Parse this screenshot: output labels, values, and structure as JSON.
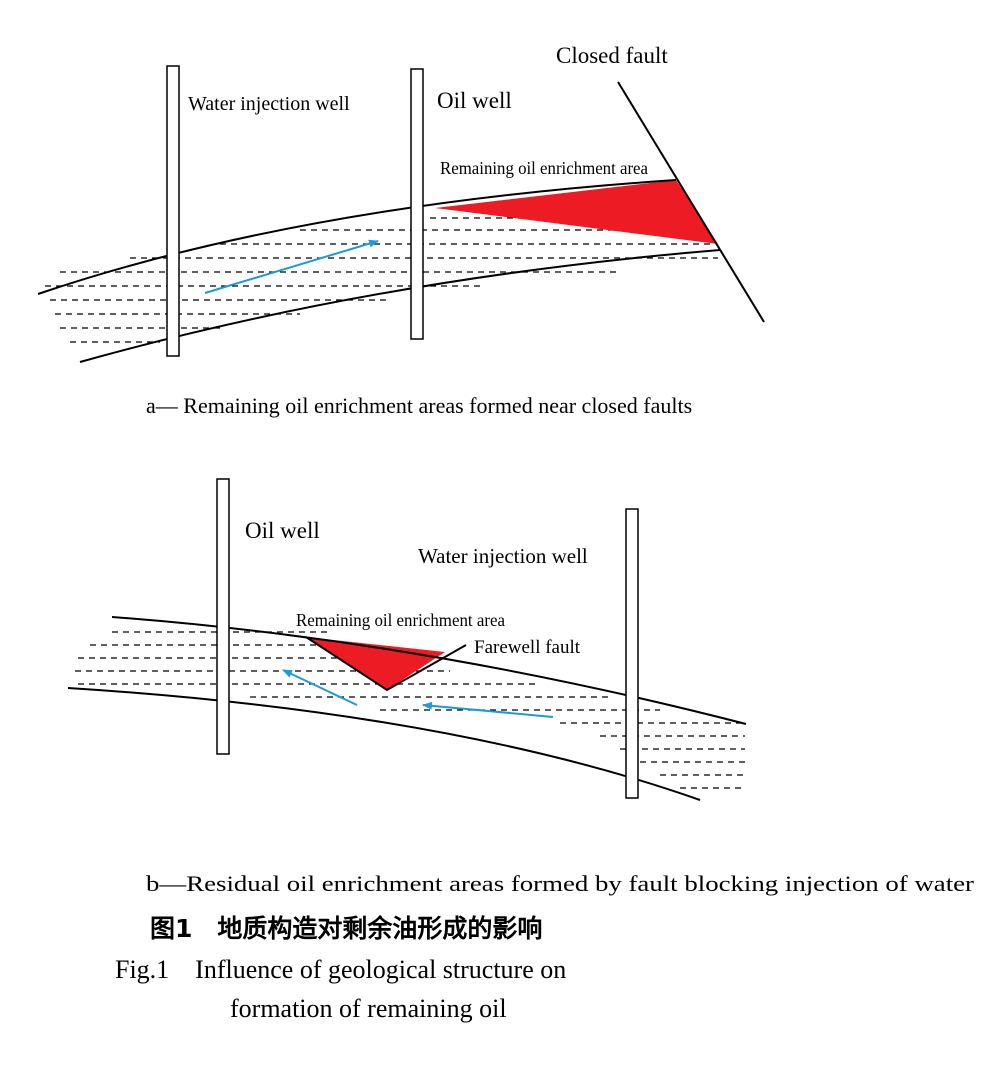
{
  "diagram_a": {
    "label_water_well": "Water injection well",
    "label_oil_well": "Oil well",
    "label_fault": "Closed fault",
    "label_enrichment": "Remaining oil enrichment area",
    "caption": "a— Remaining oil enrichment areas formed near closed faults"
  },
  "diagram_b": {
    "label_oil_well": "Oil well",
    "label_water_well": "Water injection well",
    "label_enrichment": "Remaining oil enrichment area",
    "label_fault": "Farewell fault",
    "caption": "b—Residual oil enrichment areas formed by fault blocking injection of water"
  },
  "figure_caption": {
    "cn": "图1　地质构造对剩余油形成的影响",
    "en_line1": "Fig.1　Influence of geological structure on",
    "en_line2": "formation of remaining oil"
  },
  "colors": {
    "oil_area": "#ed1c24",
    "flow_arrow": "#1f9ad6",
    "line": "#000000"
  }
}
